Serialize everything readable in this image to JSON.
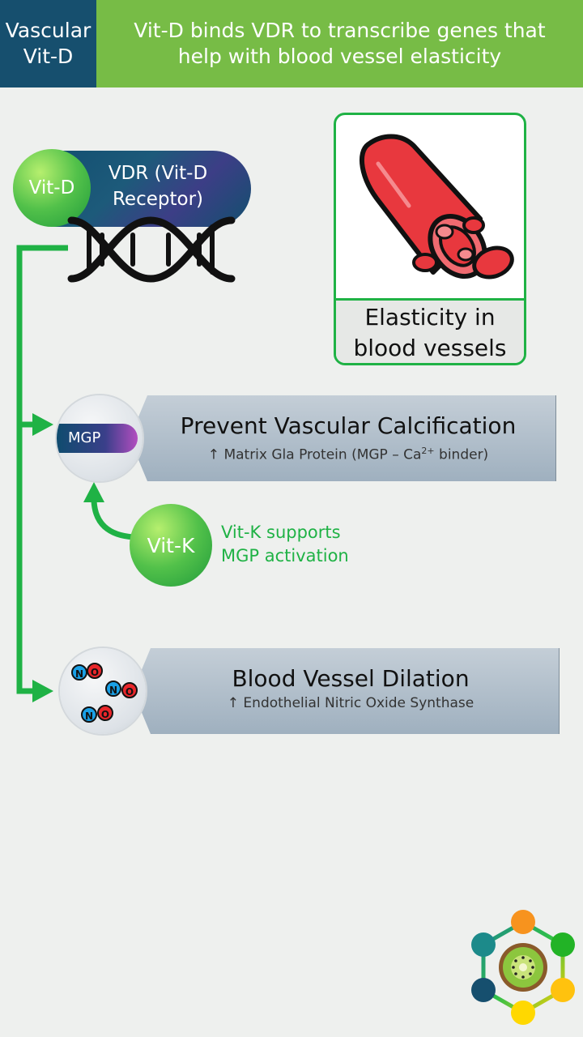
{
  "header": {
    "left_line1": "Vascular",
    "left_line2": "Vit-D",
    "right_text": "Vit-D binds VDR to transcribe genes that help with blood vessel elasticity"
  },
  "receptor": {
    "ligand": "Vit-D",
    "label": "VDR (Vit-D Receptor)"
  },
  "elasticity_box": {
    "caption": "Elasticity in blood vessels"
  },
  "calcification": {
    "badge": "MGP",
    "title": "Prevent Vascular Calcification",
    "subtitle_pre": "↑ Matrix Gla Protein (MGP – Ca",
    "subtitle_sup": "2+",
    "subtitle_post": " binder)"
  },
  "vitamin_k": {
    "label": "Vit-K",
    "note_line1": "Vit-K supports",
    "note_line2": "MGP activation"
  },
  "dilation": {
    "title": "Blood Vessel Dilation",
    "subtitle": "↑ Endothelial Nitric Oxide Synthase",
    "molecule_n": "N",
    "molecule_o": "O"
  },
  "colors": {
    "header_left": "#164f6e",
    "header_right": "#77bc46",
    "arrow_green": "#1fb245",
    "blood_red": "#e8383e"
  }
}
